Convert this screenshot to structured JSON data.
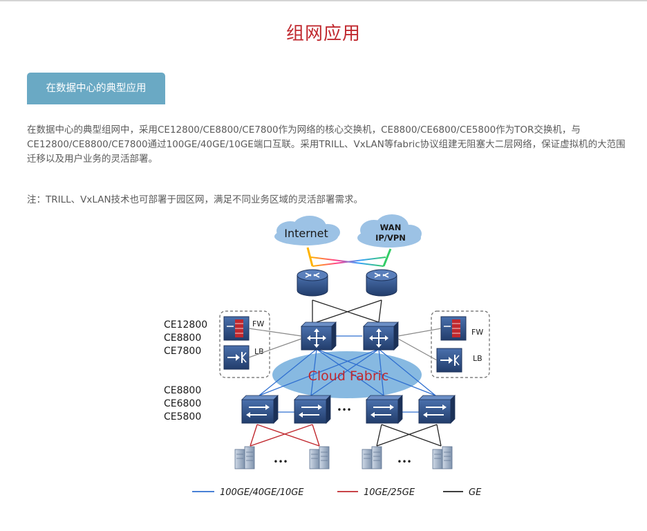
{
  "page": {
    "title": "组网应用",
    "section_tab": "在数据中心的典型应用",
    "paragraph1": "在数据中心的典型组网中，采用CE12800/CE8800/CE7800作为网络的核心交换机，CE8800/CE6800/CE5800作为TOR交换机，与CE12800/CE8800/CE7800通过100GE/40GE/10GE端口互联。采用TRILL、VxLAN等fabric协议组建无阻塞大二层网络，保证虚拟机的大范围迁移以及用户业务的灵活部署。",
    "paragraph2": "注：TRILL、VxLAN技术也可部署于园区网，满足不同业务区域的灵活部署需求。"
  },
  "diagram": {
    "clouds": {
      "internet": "Internet",
      "wan_line1": "WAN",
      "wan_line2": "IP/VPN"
    },
    "core_labels": [
      "CE12800",
      "CE8800",
      "CE7800"
    ],
    "tor_labels": [
      "CE8800",
      "CE6800",
      "CE5800"
    ],
    "fw_label": "FW",
    "lb_label": "LB",
    "fabric_label": "Cloud Fabric",
    "ellipsis": "•••",
    "legend": [
      {
        "label": "100GE/40GE/10GE",
        "color": "#2f6fd0"
      },
      {
        "label": "10GE/25GE",
        "color": "#c0282e"
      },
      {
        "label": "GE",
        "color": "#222222"
      }
    ],
    "colors": {
      "device_blue": "#2d4f86",
      "fabric_blue": "#7ab1de",
      "fabric_text": "#c0282e",
      "cloud": "#9cc2e5"
    },
    "icons": [
      "cloud-icon",
      "router-icon",
      "core-switch-icon",
      "tor-switch-icon",
      "firewall-icon",
      "load-balancer-icon",
      "server-icon"
    ]
  }
}
